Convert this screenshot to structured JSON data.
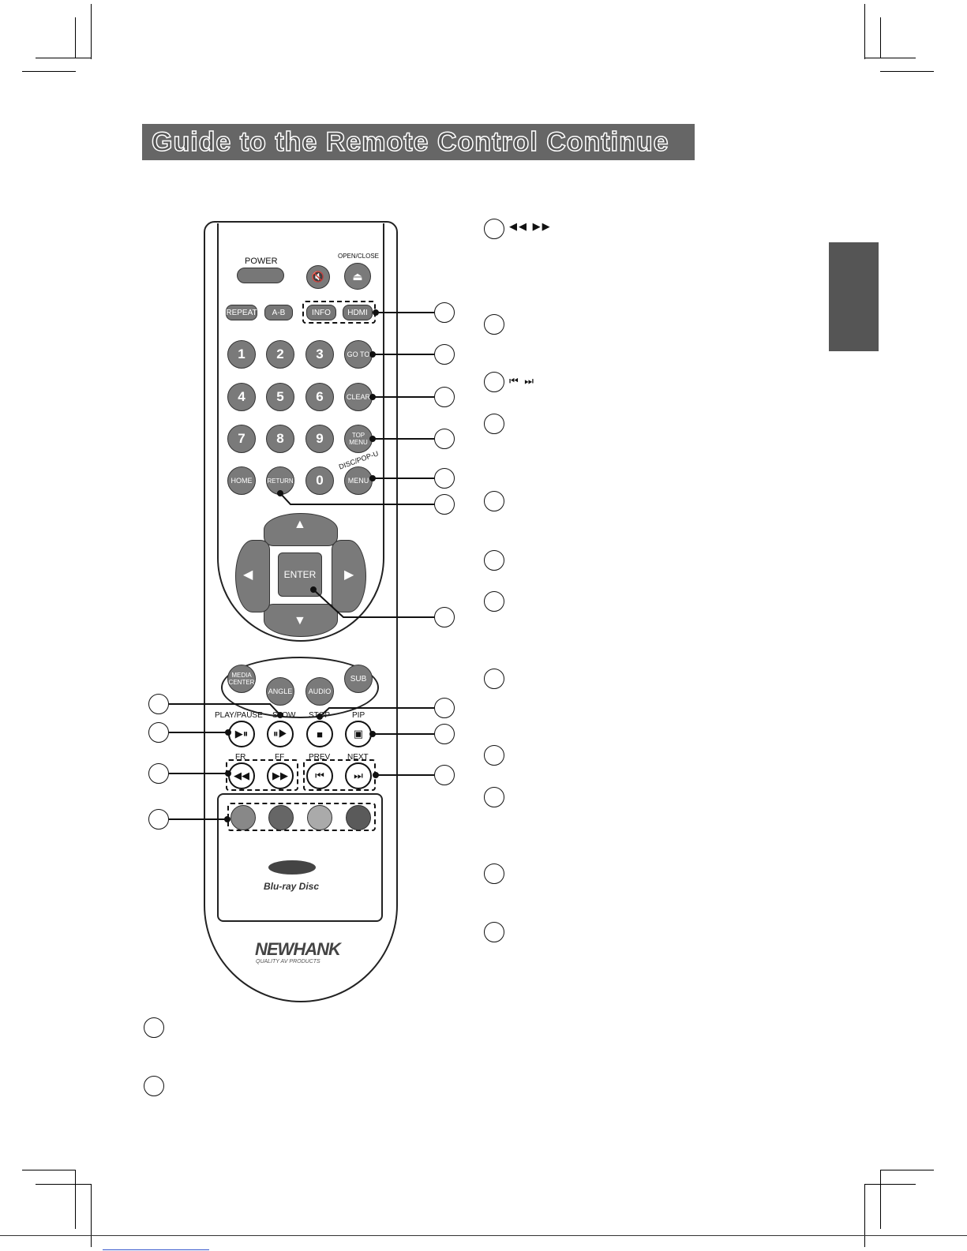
{
  "page": {
    "title": "Guide to the Remote Control Continue"
  },
  "remote": {
    "power_label": "POWER",
    "open_close_label": "OPEN/CLOSE",
    "repeat_label": "REPEAT",
    "ab_label": "A-B",
    "info_label": "INFO",
    "hdmi_label": "HDMI",
    "numbers": [
      "1",
      "2",
      "3",
      "4",
      "5",
      "6",
      "7",
      "8",
      "9",
      "0"
    ],
    "goto_label": "GO TO",
    "clear_label": "CLEAR",
    "top_menu_label": "TOP MENU",
    "home_label": "HOME",
    "return_label": "RETURN",
    "disc_popup_label": "DISC/POP-U",
    "menu_label": "MENU",
    "enter_label": "ENTER",
    "media_center_label": "MEDIA CENTER",
    "angle_label": "ANGLE",
    "audio_label": "AUDIO",
    "sub_label": "SUB",
    "play_pause_label": "PLAY/PAUSE",
    "slow_label": "SLOW",
    "stop_label": "STOP",
    "pip_label": "PIP",
    "fr_label": "FR",
    "ff_label": "FF",
    "prev_label": "PREV",
    "next_label": "NEXT",
    "bluray_logo": "Blu-ray Disc",
    "brand_logo": "NEWHANK",
    "brand_tagline": "QUALITY AV PRODUCTS"
  },
  "legend": {
    "fr_ff_glyphs": "◀◀ ▶▶",
    "prev_next_glyphs": "⏮ ⏭"
  },
  "colors": {
    "title_bar": "#666666",
    "side_tab": "#555555",
    "button_gray": "#7a7a7a"
  }
}
